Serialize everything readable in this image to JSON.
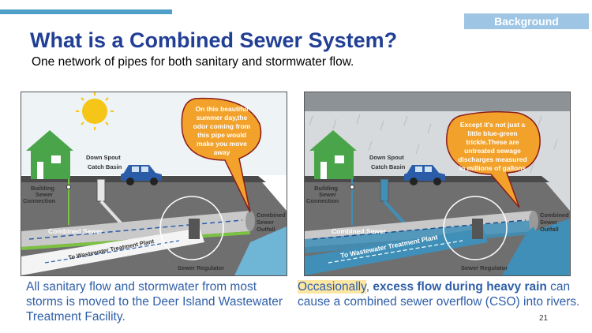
{
  "header": {
    "section_tag": "Background",
    "title": "What is a Combined Sewer System?",
    "subtitle": "One network of pipes for both sanitary and stormwater flow."
  },
  "diagram_labels": {
    "down_spout": "Down Spout",
    "catch_basin": "Catch Basin",
    "building_sewer_1": "Building",
    "building_sewer_2": "Sewer",
    "building_sewer_3": "Connection",
    "combined_sewer": "Combined Sewer",
    "to_plant": "To Wastewater Treatment Plant",
    "sewer_regulator": "Sewer Regulator",
    "outfall_1": "Combined",
    "outfall_2": "Sewer",
    "outfall_3": "Outfall"
  },
  "left_panel": {
    "bubble_lines": [
      "On this beautiful",
      "summer day,the",
      "odor coming from",
      "this pipe would",
      "make you move",
      "away"
    ],
    "caption": "All sanitary flow and stormwater from most storms is moved to the Deer Island Wastewater Treatment Facility."
  },
  "right_panel": {
    "bubble_lines": [
      "Except it's not just a",
      "little blue-green",
      "trickle.These are",
      "untreated sewage",
      "discharges measured",
      "in millions of gallons"
    ],
    "caption_highlight": "Occasionally",
    "caption_comma": ",",
    "caption_bold": "excess flow during heavy rain",
    "caption_rest": " can cause a combined sewer overflow (CSO) into rivers."
  },
  "page_number": "21",
  "colors": {
    "title": "#213f94",
    "caption": "#2f5fa8",
    "bubble_fill": "#f2a22b",
    "bubble_stroke": "#8a1c1c",
    "house": "#4aa54a",
    "car": "#2a5ca8",
    "water": "#3f8fb8"
  }
}
